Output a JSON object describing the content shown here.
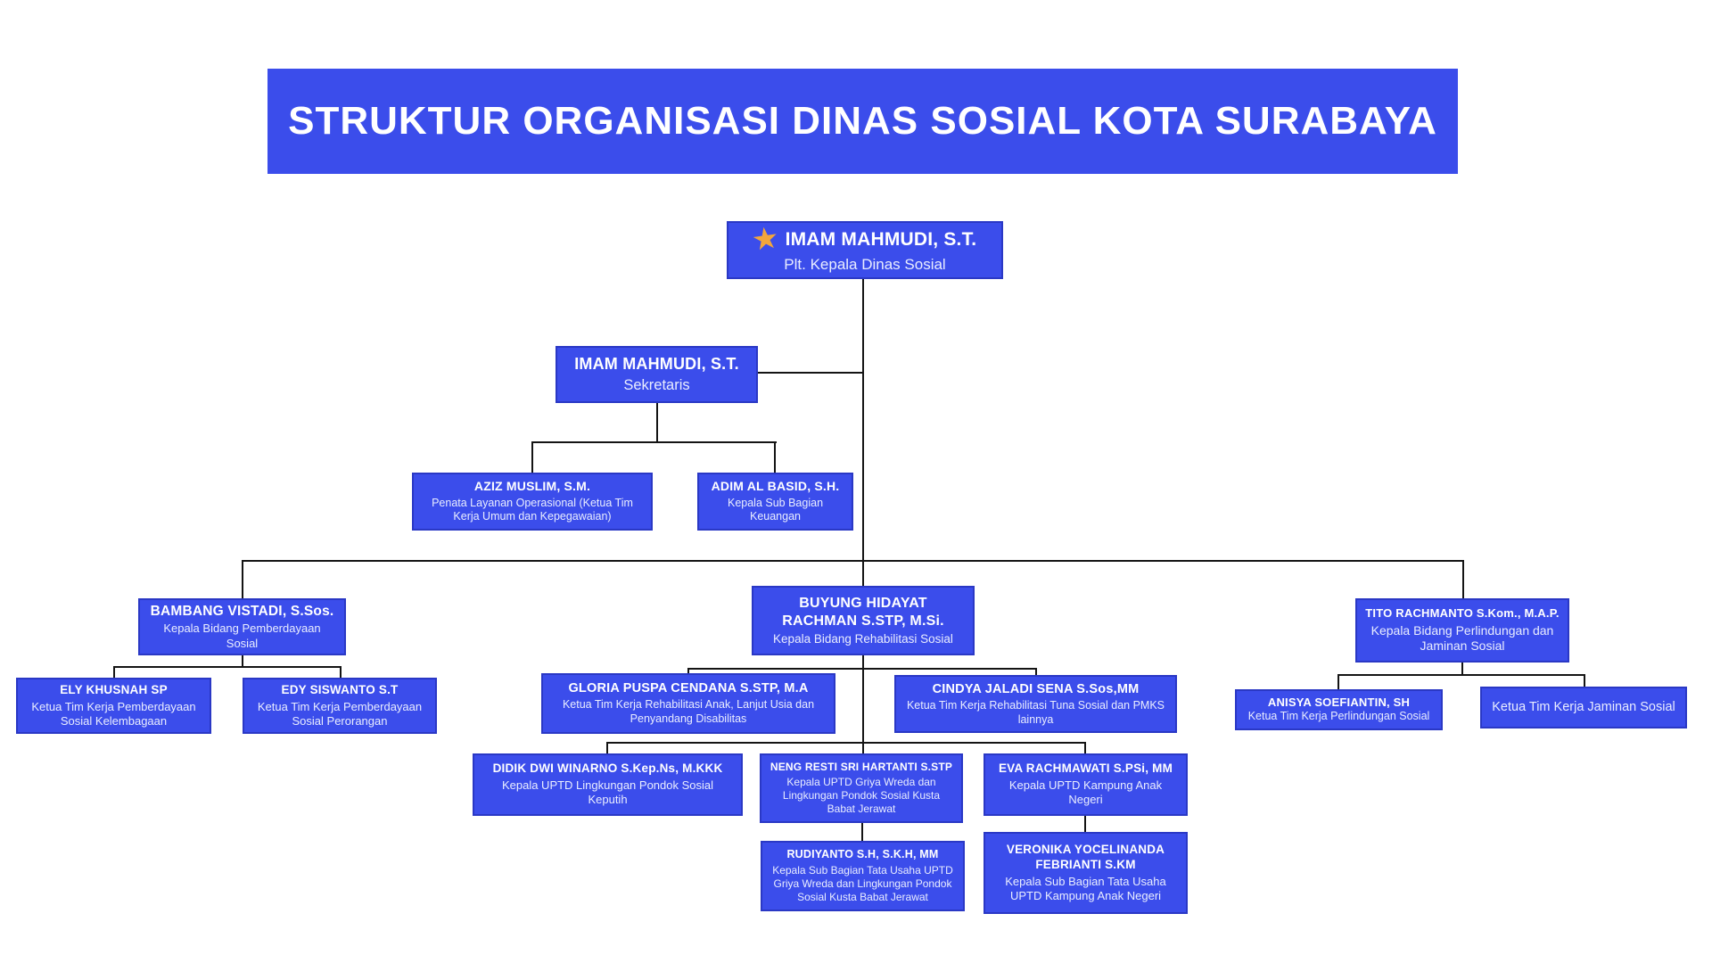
{
  "title": "STRUKTUR ORGANISASI DINAS SOSIAL KOTA SURABAYA",
  "colors": {
    "primary": "#3B4DEB",
    "shadow": "#8BB4F7",
    "line": "#141414",
    "star": "#F2A63C"
  },
  "icons": {
    "top_node_star": "star-icon"
  },
  "nodes": [
    {
      "id": "plt-kepala-dinas",
      "name": "IMAM MAHMUDI, S.T.",
      "role": "Plt. Kepala Dinas Sosial"
    },
    {
      "id": "sekretaris",
      "name": "IMAM MAHMUDI, S.T.",
      "role": "Sekretaris"
    },
    {
      "id": "aziz-muslim",
      "name": "AZIZ MUSLIM, S.M.",
      "role": "Penata Layanan Operasional (Ketua Tim Kerja Umum dan Kepegawaian)"
    },
    {
      "id": "adim-al-basid",
      "name": "ADIM AL BASID, S.H.",
      "role": "Kepala Sub Bagian Keuangan"
    },
    {
      "id": "bambang-vistadi",
      "name": "BAMBANG VISTADI, S.Sos.",
      "role": "Kepala Bidang Pemberdayaan Sosial"
    },
    {
      "id": "ely-khusnah",
      "name": "ELY KHUSNAH SP",
      "role": "Ketua Tim Kerja Pemberdayaan Sosial Kelembagaan"
    },
    {
      "id": "edy-siswanto",
      "name": "EDY SISWANTO S.T",
      "role": "Ketua Tim Kerja Pemberdayaan Sosial Perorangan"
    },
    {
      "id": "buyung-hidayat",
      "name": "BUYUNG HIDAYAT\nRACHMAN S.STP, M.Si.",
      "role": "Kepala Bidang Rehabilitasi Sosial"
    },
    {
      "id": "gloria-puspa",
      "name": "GLORIA PUSPA CENDANA S.STP, M.A",
      "role": "Ketua Tim Kerja Rehabilitasi Anak, Lanjut Usia dan Penyandang Disabilitas"
    },
    {
      "id": "cindya-jaladi",
      "name": "CINDYA JALADI SENA S.Sos,MM",
      "role": "Ketua Tim Kerja Rehabilitasi Tuna Sosial dan PMKS lainnya"
    },
    {
      "id": "didik-dwi",
      "name": "DIDIK DWI WINARNO S.Kep.Ns, M.KKK",
      "role": "Kepala UPTD Lingkungan Pondok Sosial Keputih"
    },
    {
      "id": "neng-resti",
      "name": "NENG RESTI SRI HARTANTI S.STP",
      "role": "Kepala UPTD Griya Wreda dan Lingkungan Pondok Sosial Kusta Babat Jerawat"
    },
    {
      "id": "eva-rachmawati",
      "name": "EVA RACHMAWATI S.PSi, MM",
      "role": "Kepala UPTD Kampung Anak Negeri"
    },
    {
      "id": "rudiyanto",
      "name": "RUDIYANTO S.H, S.K.H, MM",
      "role": "Kepala Sub Bagian Tata Usaha UPTD Griya Wreda dan Lingkungan Pondok Sosial Kusta Babat Jerawat"
    },
    {
      "id": "veronika",
      "name": "VERONIKA YOCELINANDA\nFEBRIANTI S.KM",
      "role": "Kepala Sub Bagian Tata Usaha UPTD Kampung Anak Negeri"
    },
    {
      "id": "tito-rachmanto",
      "name": "TITO RACHMANTO S.Kom., M.A.P.",
      "role": "Kepala Bidang Perlindungan dan Jaminan Sosial"
    },
    {
      "id": "anisya-soefiantin",
      "name": "ANISYA SOEFIANTIN, SH",
      "role": "Ketua Tim Kerja Perlindungan Sosial"
    },
    {
      "id": "jaminan-sosial",
      "name": "",
      "role": "Ketua Tim Kerja Jaminan Sosial"
    }
  ]
}
